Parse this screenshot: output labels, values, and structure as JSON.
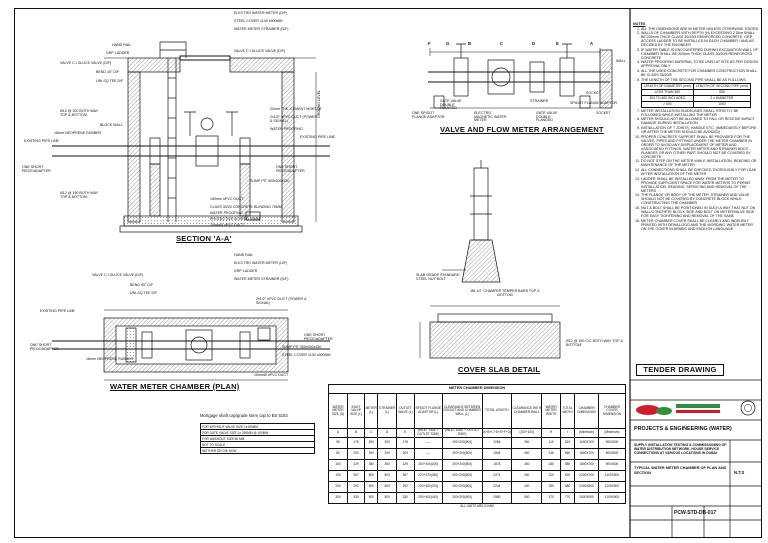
{
  "titles": {
    "section": "SECTION 'A-A'",
    "plan": "WATER METER CHAMBER (PLAN)",
    "valve": "VALVE AND FLOW METER ARRANGEMENT",
    "slab": "COVER SLAB DETAIL",
    "tender": "TENDER DRAWING"
  },
  "section_labels": [
    "HAND RAIL",
    "GRP LADDER",
    "VALVE C.I GLUCE VALVE (D/F)",
    "BEND 45° D/F",
    "UNI-SQ TEE D/F",
    "Ø12 @ 200 BOTH WAY TOP & BOTTOM",
    "BLOCK WALL",
    "18mm NEOPRENE RUBBER",
    "EXISTING PIPE LINE",
    "ONE SHORT PIECE/ADAPTER",
    "Ø12 @ 150 BOTH WAY TOP & BOTTOM",
    "ELECTRO WATER METER (D/F)",
    "STEEL COVER 1100 x900MM",
    "WATER METER STRAINER (D/F)",
    "VALVE C.I GLUCE VALVE (D/F)",
    "20mm THK. CEMENT MORTAR",
    "2x1/2\" uPVC DUCT (POWER & SIGNAL)",
    "WATER PROOFING",
    "GROUND LEVEL",
    "EXISTING PIPE LINE",
    "ONE SHORT PIECE/ADAPTER",
    "SUMP PIT 300x300x150",
    "150mm uPVC DUCT",
    "CLASS 30/20 CONCRETE BLINDING 75MM",
    "WATER PROOFING",
    "PROTECTIVE SCREED 50MM",
    "10mmØ uPVC DUCT"
  ],
  "plan_labels": [
    "HAND RAIL",
    "ELECTRO WATER METER (D/F)",
    "GRP LADDER",
    "WATER METER STRAINER (D/F)",
    "VALVE C.I GLUCE VALVE (D/F)",
    "BEND 45° D/F",
    "UNI-SQ TEE D/F",
    "2x1/2\" uPVC DUCT (POWER & SIGNAL)",
    "EXISTING PIPE LINE",
    "ONE SHORT PIECE/ADAPTER",
    "18mm NEOPRENE RUBBER",
    "SUMP PIT 300x300x150",
    "STEEL COVER 1100 x900MM",
    "ONE SHORT PIECE/ADAPTER",
    "10mmØ uPVC DUCT"
  ],
  "valve_labels": [
    "F",
    "G",
    "B",
    "C",
    "D",
    "E",
    "A",
    "ONE SPIGOT FLANGE ADAPTOR",
    "GATE VALVE DOUBLE FLANGED",
    "ELECTRO MAGNETIC WATER METER",
    "STRAINER",
    "GATE VALVE DOUBLE FLANGED",
    "SOCKET",
    "SPIGOT FLANGE ADAPTOR",
    "SOCKET",
    "WALL"
  ],
  "slab_labels": [
    "Ø8 1/2\" CHAMFER TEMPER BARS TOP & BOTTOM",
    "Ø12 @ 150 C/C BOTH WAY TOP & BOTTOM",
    "SLAB GRADE STANDARD STEEL NUT BOLT"
  ],
  "legend": {
    "title": "Mortgage shaft cap/grade stem cap to BS 5163",
    "rows": [
      "FOR WITHOUT VALVE SIZE 1x150MM",
      "FOR GATE VALVE SIZE 1x 250MM @ 100MM",
      "FOR WASHOUT SIZE 80 MM",
      "NOT TO SCALE",
      "NEITHER OR DIE NOW"
    ]
  },
  "notes": {
    "heading": "NOTES",
    "items": [
      "ALL THE DIMENSIONS ARE IN METER UNLESS OTHERWISE STATED",
      "WALLS OF CHAMBERS WITH DEPTH (H) EXCEEDING 2.50m SHALL BE 200mm THICK CLASS 30/20/5 REINFORCED CONCRETE. GRP ACCESS LADDER TO BE INSTALLED IN EACH CHAMBER / AND AS DECIDED BY THE ENGINEER",
      "IF WATER TABLE IS ENCOUNTERED DURING EXCAVATION WALL OF CHAMBER SHALL BE 200mm THICK CLASS 30/20/5 REINFORCED CONCRETE",
      "WATER PROOFING MATERIAL TO BE USED AT SITE AS PER DESIGN APPROVAL ONLY",
      "ALL THE USED CONCRETE FOR CHAMBER CONSTRUCTION SHALL BE CLASS 35/20/5",
      "THE LENGTH OF THE SECOND PIPE SHALL BE AS FOLLOWS"
    ],
    "table": [
      [
        "LENGTH OF DIAMETER (mm)",
        "LENGTH OF SECOND PIPE (mm)"
      ],
      [
        "LESS THAN 300",
        "500"
      ],
      [
        "300 TO 600 INCLUDED",
        "2 x DIAMETER"
      ],
      [
        "> 600",
        "1000"
      ]
    ],
    "items2": [
      "METER INSTALLATION GUIDELINES SHALL STRICTLY BE FOLLOWED WHILE INSTALLING THE METER",
      "METER SHOULD NOT BE ALLOWED TO FALL OR RECEIVE IMPACT DAMAGE DURING INSTALLATION",
      "INSTALLATION OF T JOINTS, HANDLE ETC. (IMMEDIATELY BEFORE OR AFTER THE METER SHOULD BE AVOIDED)",
      "PROPER CONCRETE SUPPORT SHALL BE PROVIDED FOR THE VALVES, PIPES AND FITTINGS UNDER THE METER CHAMBER IN ORDER TO AVOID ANY DISPLACEMENT OF METER AND ASSOCIATED FITTINGS. WATER METER AND STRAINER BODY, FLANGES OR ANY OTHER PART SHOULD NOT BE COVERED BY CONCRETE",
      "DO NOT STEP ON THE METER WHILE INSTALLATION, READING OR MAINTENANCE OF THE METER",
      "ALL CONNECTIONS SHALL BE CHECKED THOROUGHLY FOR LEAK AFTER INSTALLATION OF THE METER",
      "LADDER SHALL BE INSTALLED AWAY FROM THE METER TO PROVIDE SUFFICIENT SPACE FOR WATER METERS TO PERMIT INSTALLATION, READING, SERVICING AND REMOVAL OF THE METERS",
      "THE FLANGE OR BODY OF THE METER, STRAINER AND VALVE SHOULD NOT BE COVERED BY CONCRETE BLOCK WHILE CONSTRUCTING THE CHAMBER",
      "NUT & BOLT SHALL BE POSITIONED IN SUCH A WAY THAT NUT ON WALL/CONCRETE BLOCK SIDE AND BOLT ON METER/VALVE SIDE FOR EASY TIGHTENING AND REMOVAL OF THE SAME",
      "METER CHAMBER COVER SHALL BE CLEARLY AND INDELIBLY PRINTED WITH DEWA LOGO AND THE WORDING 'WATER METER' ON THE COVER IN ARABIC AND ENGLISH LANGUAGE"
    ]
  },
  "title_block": {
    "company": "PROJECTS & ENGINEERING (WATER)",
    "project_lines": [
      "SUPPLY INSTALLATION TESTING & COMMISSIONING OF WATER DISTRIBUTION NETWORK, HOUSE SERVICE CONNECTIONS AT VARIOUS LOCATIONS IN DUBAI"
    ],
    "drawing_lines": [
      "TYPICAL WATER METER CHAMBER OF PLAN AND SECTION"
    ],
    "scale": "N.T.S",
    "drawing_no": "PCW-STD-DB-017"
  },
  "meter_table": {
    "title": "METER CHAMBER DIMENSION",
    "headers": [
      "WATER METER SIZE (D)",
      "INLET VALVE SIZE (L)",
      "METER (L)",
      "STRAINER (L)",
      "OUTLET VALVE (L)",
      "SPIGOT FLANGE ADAPTOR (L)",
      "CLEARANCE BETWEEN SOCKET AND CHAMBER WALL (L)",
      "TOTAL LENGTH",
      "CLEARANCE WITH CHAMBER WALL",
      "WATER METER WIDTH",
      "TOTAL WIDTH",
      "CHAMBER DIMENSION",
      "CHAMBER COVER DIMENSION"
    ],
    "subheaders": [
      "A",
      "B",
      "C",
      "D",
      "E",
      "(INLET SIDE + OUTLET SIDE)",
      "(INLET SIDE + OUTLET SIDE)",
      "(A+B+C+D+E+F+G)",
      "(100+100)",
      "H",
      "I",
      "(Minimum)",
      "(Minimum)"
    ],
    "rows": [
      [
        "50",
        "178",
        "300",
        "300",
        "178",
        "—",
        "200+200(500)",
        "1056",
        "300",
        "110",
        "510",
        "1600X700",
        "900X600"
      ],
      [
        "80",
        "203",
        "300",
        "300",
        "203",
        "—",
        "200+200(500)",
        "1506",
        "400",
        "146",
        "560",
        "1800X700",
        "900X600"
      ],
      [
        "100",
        "229",
        "350",
        "350",
        "229",
        "200+400(200)",
        "200+200(500)",
        "1878",
        "400",
        "180",
        "580",
        "1800X700",
        "900X600"
      ],
      [
        "150",
        "267",
        "500",
        "500",
        "267",
        "270+270(340)",
        "200+200(500)",
        "2274",
        "400",
        "220",
        "620",
        "2200X700",
        "1100X900"
      ],
      [
        "200",
        "292",
        "500",
        "500",
        "292",
        "200+400(370)",
        "200+200(500)",
        "2244",
        "400",
        "280",
        "680",
        "2400X800",
        "1100X900"
      ],
      [
        "300",
        "330",
        "500",
        "500",
        "330",
        "200+400(410)",
        "200+200(500)",
        "2580",
        "400",
        "370",
        "770",
        "2600X900",
        "1100X900"
      ]
    ],
    "footer": "ALL UNITS ARE IN MM"
  },
  "colors": {
    "line": "#111111",
    "hatch": "#555555",
    "logo_red": "#d01c2a",
    "logo_green": "#2f8f3c"
  }
}
